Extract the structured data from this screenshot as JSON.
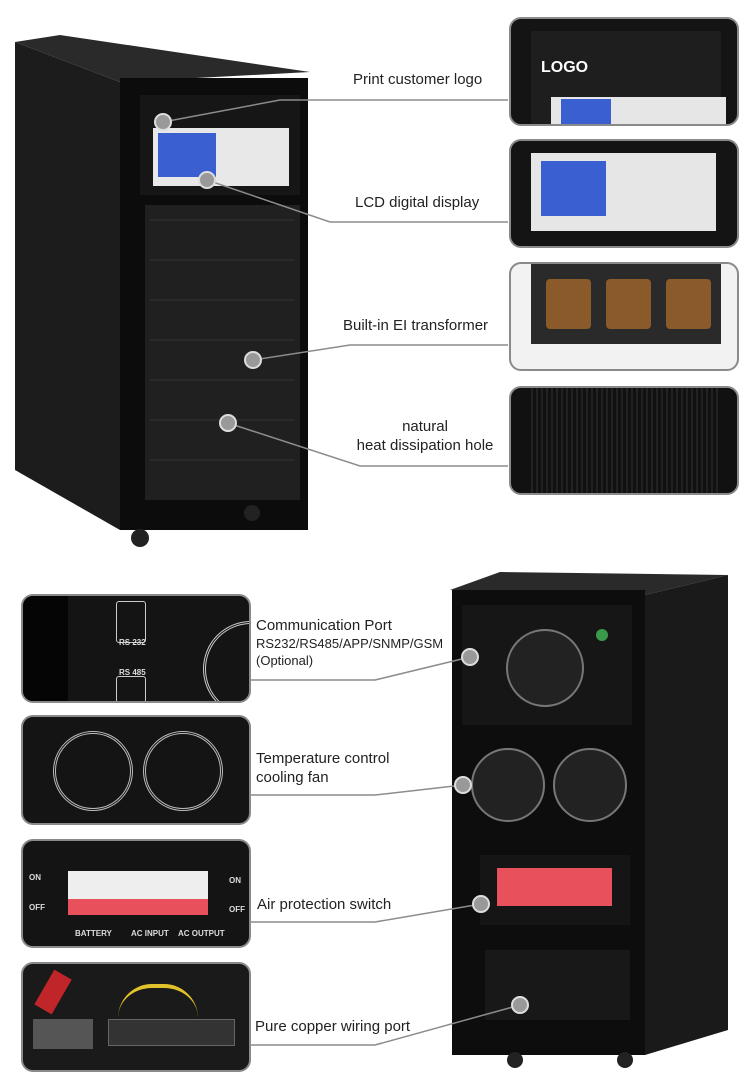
{
  "top_section": {
    "features": [
      {
        "label": "Print customer logo"
      },
      {
        "label": "LCD digital display"
      },
      {
        "label": "Built-in EI transformer"
      },
      {
        "label_line1": "natural",
        "label_line2": "heat dissipation hole"
      }
    ],
    "logo_thumb_text": "LOGO"
  },
  "bottom_section": {
    "features": [
      {
        "label": "Communication Port",
        "detail": "RS232/RS485/APP/SNMP/GSM",
        "note": "(Optional)"
      },
      {
        "label_line1": "Temperature control",
        "label_line2": "cooling fan"
      },
      {
        "label": "Air protection switch"
      },
      {
        "label": "Pure copper wiring port"
      }
    ],
    "port_labels": [
      "RS 232",
      "RS 485"
    ],
    "switch_labels": {
      "on": "ON",
      "off": "OFF",
      "groups": [
        "BATTERY",
        "AC INPUT",
        "AC OUTPUT"
      ]
    }
  },
  "colors": {
    "cabinet": "#111111",
    "callout": "#8c8c8c",
    "breaker": "#e8505b"
  }
}
